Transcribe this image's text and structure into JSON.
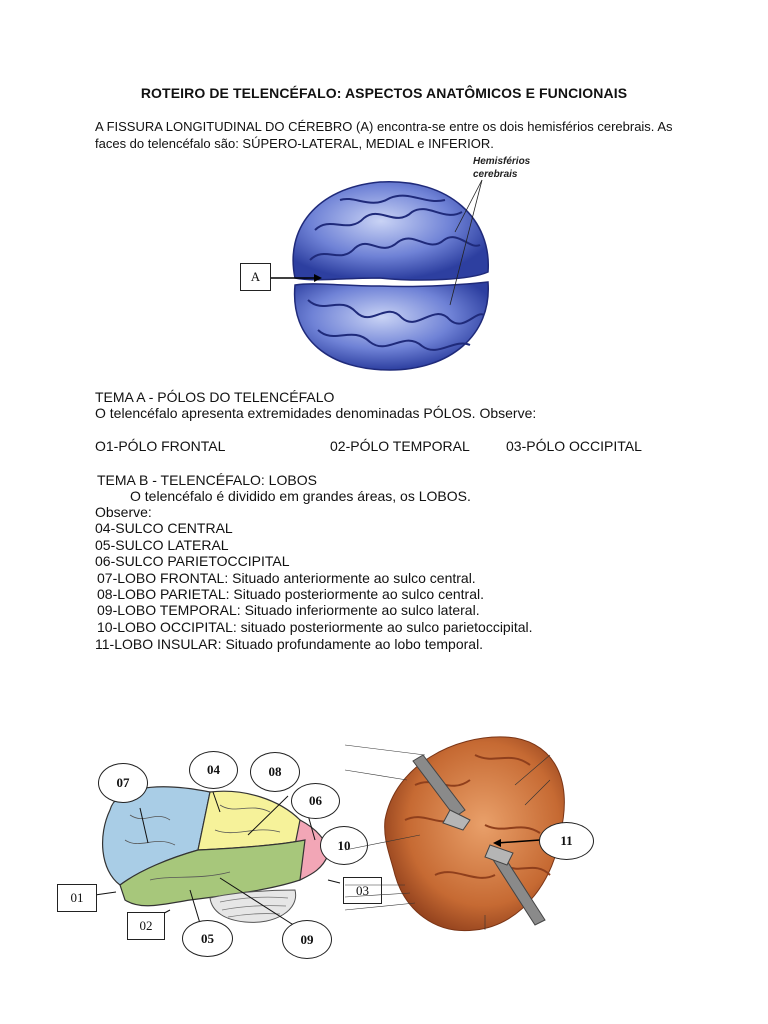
{
  "title": "ROTEIRO DE TELENCÉFALO: ASPECTOS ANATÔMICOS E FUNCIONAIS",
  "intro": "A FISSURA LONGITUDINAL DO CÉREBRO (A) encontra-se entre os dois hemisférios cerebrais. As faces do telencéfalo são: SÚPERO-LATERAL,   MEDIAL e  INFERIOR.",
  "figure1": {
    "hemispheres_label_line1": "Hemisférios",
    "hemispheres_label_line2": "cerebrais",
    "box_a": "A"
  },
  "tema_a": {
    "heading": "TEMA A - PÓLOS DO TELENCÉFALO",
    "text": "O telencéfalo apresenta extremidades denominadas PÓLOS. Observe:",
    "poles": [
      "O1-PÓLO FRONTAL",
      "02-PÓLO TEMPORAL",
      "03-PÓLO OCCIPITAL"
    ]
  },
  "tema_b": {
    "heading": "TEMA B - TELENCÉFALO: LOBOS",
    "text": "O telencéfalo é dividido em grandes áreas, os LOBOS.",
    "observe": "Observe:",
    "items": [
      "04-SULCO CENTRAL",
      "05-SULCO LATERAL",
      "06-SULCO PARIETOCCIPITAL",
      "07-LOBO FRONTAL: Situado anteriormente ao sulco central.",
      "08-LOBO PARIETAL: Situado posteriormente ao sulco central.",
      "09-LOBO TEMPORAL: Situado inferiormente ao sulco lateral.",
      "10-LOBO OCCIPITAL: situado posteriormente ao sulco parietoccipital.",
      "11-LOBO INSULAR: Situado profundamente ao lobo temporal."
    ]
  },
  "figure2": {
    "labels": {
      "l01": "01",
      "l02": "02",
      "l03": "03",
      "l04": "04",
      "l05": "05",
      "l06": "06",
      "l07": "07",
      "l08": "08",
      "l09": "09",
      "l10": "10",
      "l11": "11"
    },
    "lobe_colors": {
      "frontal": "#a9cde6",
      "parietal": "#f6f29a",
      "temporal": "#a7c77b",
      "occipital": "#f2a6b6"
    }
  }
}
